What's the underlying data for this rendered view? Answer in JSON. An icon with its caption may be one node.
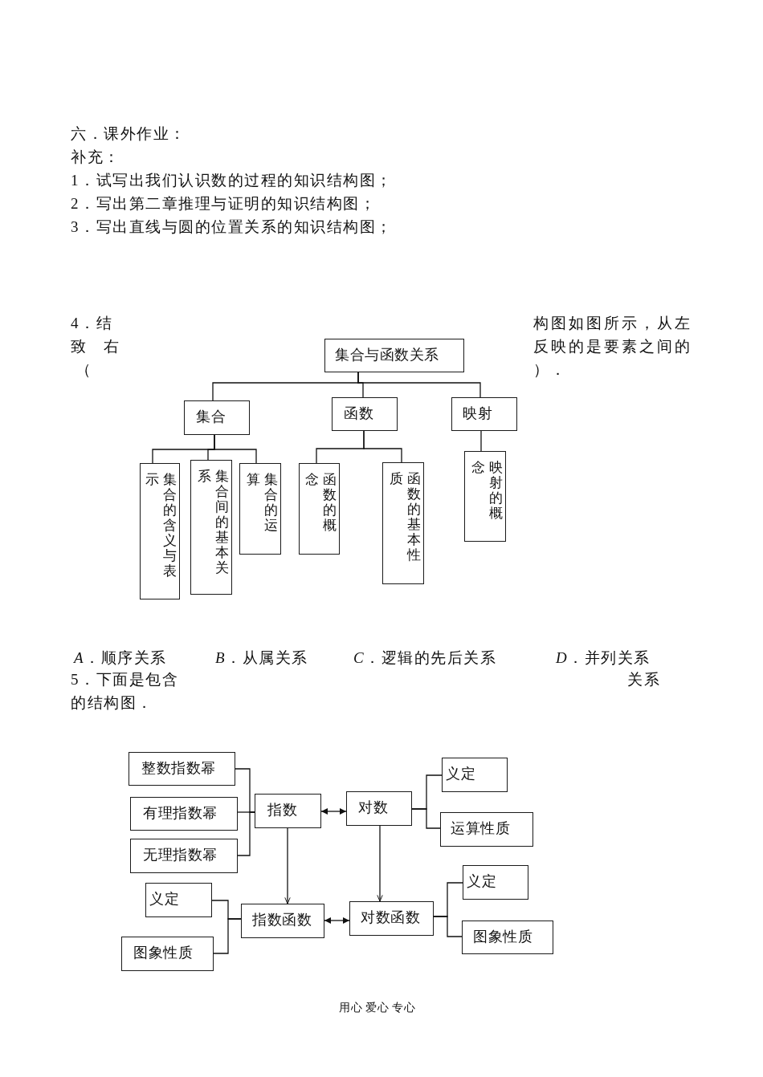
{
  "diagram": {
    "nodes": [
      {
        "text": [
          "集合与函数关系"
        ]
      },
      {
        "text": [
          "集合"
        ]
      },
      {
        "text": [
          "函数"
        ]
      },
      {
        "text": [
          "映射"
        ]
      },
      {
        "text": [
          "集合的含义与表示"
        ]
      },
      {
        "text": [
          "集合间的基本关系"
        ]
      },
      {
        "text": [
          "集合的运算"
        ]
      },
      {
        "text": [
          "函数的概念"
        ]
      },
      {
        "text": [
          "函数的基本性质"
        ]
      },
      {
        "text": [
          "映射的概念"
        ]
      },
      {
        "text": [
          "整数指数幂"
        ]
      },
      {
        "text": [
          "有理指数幂"
        ]
      },
      {
        "text": [
          "无理指数幂"
        ]
      },
      {
        "text": [
          "指数"
        ]
      },
      {
        "text": [
          "对数"
        ]
      },
      {
        "text": [
          "义定"
        ]
      },
      {
        "text": [
          "运算性质"
        ]
      },
      {
        "text": [
          "义定"
        ]
      },
      {
        "text": [
          "图象性质"
        ]
      },
      {
        "text": [
          "指数函数"
        ]
      },
      {
        "text": [
          "对数函数"
        ]
      },
      {
        "text": [
          "义定"
        ]
      },
      {
        "text": [
          "图象性质"
        ]
      }
    ],
    "edges": [
      {
        "from": 0,
        "to": 1,
        "arrow": "none"
      },
      {
        "from": 0,
        "to": 2,
        "arrow": "none"
      },
      {
        "from": 0,
        "to": 3,
        "arrow": "none"
      },
      {
        "from": 1,
        "to": 4,
        "arrow": "none"
      },
      {
        "from": 1,
        "to": 5,
        "arrow": "none"
      },
      {
        "from": 1,
        "to": 6,
        "arrow": "none"
      },
      {
        "from": 2,
        "to": 7,
        "arrow": "none"
      },
      {
        "from": 2,
        "to": 8,
        "arrow": "none"
      },
      {
        "from": 3,
        "to": 9,
        "arrow": "none"
      },
      {
        "from": 10,
        "to": 13,
        "arrow": "none"
      },
      {
        "from": 11,
        "to": 13,
        "arrow": "none"
      },
      {
        "from": 12,
        "to": 13,
        "arrow": "none"
      },
      {
        "from": 13,
        "to": 14,
        "arrow": "both"
      },
      {
        "from": 14,
        "to": 15,
        "arrow": "none"
      },
      {
        "from": 14,
        "to": 16,
        "arrow": "none"
      },
      {
        "from": 13,
        "to": 19,
        "arrow": "to"
      },
      {
        "from": 14,
        "to": 20,
        "arrow": "to"
      },
      {
        "from": 19,
        "to": 20,
        "arrow": "both"
      },
      {
        "from": 19,
        "to": 17,
        "arrow": "none"
      },
      {
        "from": 19,
        "to": 18,
        "arrow": "none"
      },
      {
        "from": 20,
        "to": 21,
        "arrow": "none"
      },
      {
        "from": 20,
        "to": 22,
        "arrow": "none"
      }
    ],
    "labels": [
      "六．课外作业：",
      "补充：",
      "1．试写出我们认识数的过程的知识结构图；",
      "2．写出第二章推理与证明的知识结构图；",
      "3．写出直线与圆的位置关系的知识结构图；",
      "4．结",
      "构图如图所示，从左",
      "致 右",
      "反映的是要素之间的",
      "（",
      "）．",
      "*A*．顺序关系",
      "*B*．从属关系",
      "*C*．逻辑的先后关系",
      "*D*．并列关系",
      "5．下面是包含",
      "关系",
      "的结构图．",
      "用心 爱心 专心"
    ]
  }
}
